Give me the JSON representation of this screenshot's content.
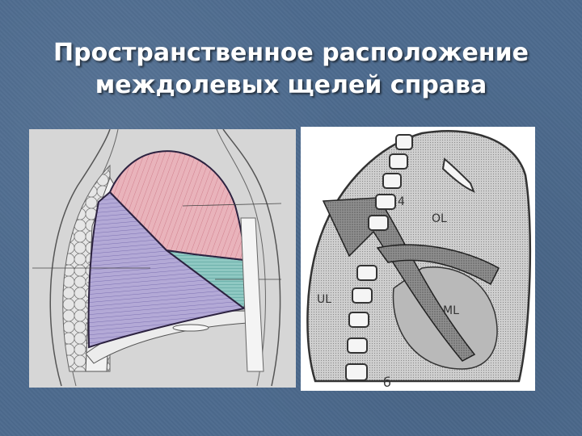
{
  "title": {
    "line1": "Пространственное расположение",
    "line2": "междолевых щелей справа"
  },
  "right_diagram": {
    "labels": {
      "vertebra_number": "4",
      "upper_label": "OL",
      "left_label": "UL",
      "middle_label": "ML",
      "panel_letter": "б"
    }
  },
  "colors": {
    "background": "#4d6b8e",
    "upper_lobe": "#e3a4ae",
    "middle_lobe": "#7fbdb8",
    "lower_lobe": "#a89fcf",
    "outline": "#2c2240"
  }
}
